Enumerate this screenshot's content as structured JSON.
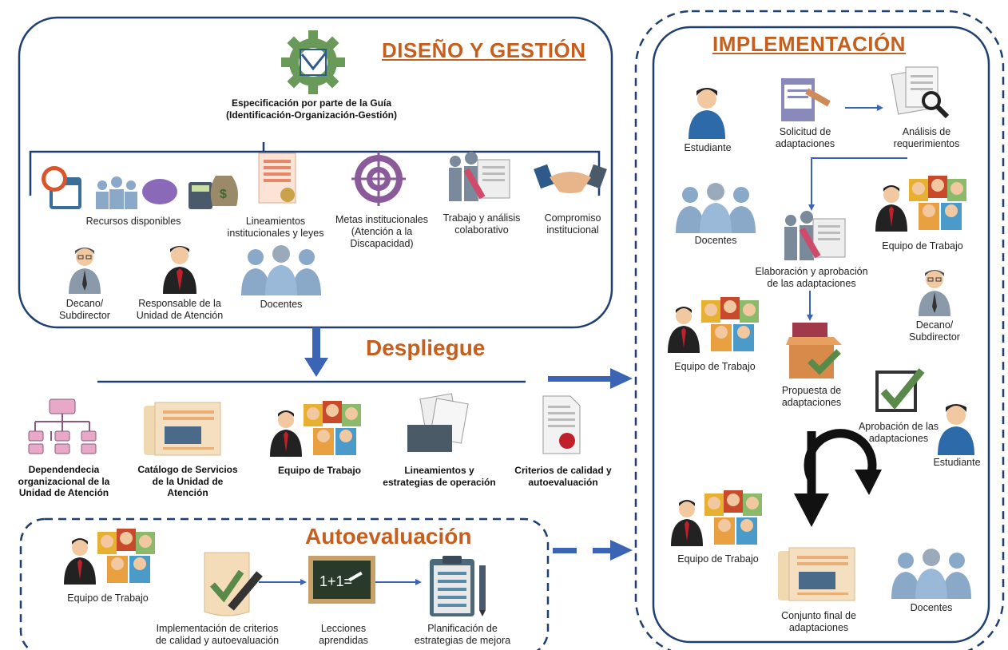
{
  "colors": {
    "navy": "#1f3f70",
    "arrow_blue": "#3b64b5",
    "orange": "#c65f1e",
    "people_blue": "#8aa9c9",
    "green_check": "#5a8a4a"
  },
  "design": {
    "title": "DISEÑO Y GESTIÓN",
    "spec_line1": "Especificación por parte de la Guía",
    "spec_line2": "(Identificación-Organización-Gestión)",
    "items": [
      {
        "label": "Recursos disponibles",
        "icon": "resources-icon"
      },
      {
        "label": "Lineamientos\ninstitucionales y leyes",
        "icon": "certificate-icon"
      },
      {
        "label": "Metas institucionales\n(Atención a la\nDiscapacidad)",
        "icon": "target-icon"
      },
      {
        "label": "Trabajo y análisis\ncolaborativo",
        "icon": "collaboration-icon"
      },
      {
        "label": "Compromiso\ninstitucional",
        "icon": "handshake-icon"
      }
    ],
    "people": [
      {
        "label": "Decano/\nSubdirector",
        "icon": "dean-icon"
      },
      {
        "label": "Responsable de la\nUnidad de Atención",
        "icon": "manager-icon"
      },
      {
        "label": "Docentes",
        "icon": "teachers-icon"
      }
    ]
  },
  "deployment": {
    "title": "Despliegue",
    "items": [
      {
        "label": "Dependendecia\norganizacional de la\nUnidad de Atención",
        "icon": "org-chart-icon"
      },
      {
        "label": "Catálogo de Servicios\nde la Unidad de\nAtención",
        "icon": "catalog-icon"
      },
      {
        "label": "Equipo de Trabajo",
        "icon": "team-icon"
      },
      {
        "label": "Lineamientos y\nestrategias de operación",
        "icon": "documents-folder-icon"
      },
      {
        "label": "Criterios de calidad y\nautoevaluación",
        "icon": "quality-certificate-icon"
      }
    ]
  },
  "selfeval": {
    "title": "Autoevaluación",
    "items": [
      {
        "label": "Equipo de Trabajo",
        "icon": "team-icon"
      },
      {
        "label": "Implementación de criterios\nde calidad  y autoevaluación",
        "icon": "checklist-pen-icon"
      },
      {
        "label": "Lecciones\naprendidas",
        "icon": "blackboard-icon"
      },
      {
        "label": "Planificación de\nestrategias de mejora",
        "icon": "clipboard-icon"
      }
    ]
  },
  "implementation": {
    "title": "IMPLEMENTACIÓN",
    "nodes": [
      {
        "label": "Estudiante",
        "icon": "student-icon"
      },
      {
        "label": "Solicitud de\nadaptaciones",
        "icon": "request-form-icon"
      },
      {
        "label": "Análisis de\nrequerimientos",
        "icon": "magnifier-docs-icon"
      },
      {
        "label": "Docentes",
        "icon": "teachers-icon"
      },
      {
        "label": "Equipo de Trabajo",
        "icon": "team-icon"
      },
      {
        "label": "Elaboración y aprobación\nde las adaptaciones",
        "icon": "collaboration-icon"
      },
      {
        "label": "Decano/\nSubdirector",
        "icon": "dean-icon"
      },
      {
        "label": "Equipo de Trabajo",
        "icon": "team-icon"
      },
      {
        "label": "Propuesta de\nadaptaciones",
        "icon": "box-check-icon"
      },
      {
        "label": "Aprobación de las\nadaptaciones",
        "icon": "checkbox-icon"
      },
      {
        "label": "Estudiante",
        "icon": "student-icon"
      },
      {
        "label": "Equipo de Trabajo",
        "icon": "team-icon"
      },
      {
        "label": "Conjunto final de\nadaptaciones",
        "icon": "catalog-icon"
      },
      {
        "label": "Docentes",
        "icon": "teachers-icon"
      }
    ]
  }
}
